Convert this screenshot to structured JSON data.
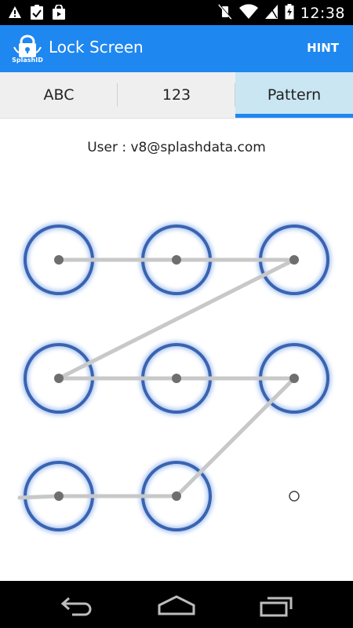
{
  "status_bar": {
    "time": "12:38",
    "left_icons": [
      "warning-icon",
      "checklist-icon",
      "shopping-bag-icon"
    ],
    "right_icons": [
      "vibrate-off-icon",
      "wifi-icon",
      "cell-signal-icon",
      "battery-icon"
    ]
  },
  "app_bar": {
    "logo_text": "SplashID",
    "title": "Lock Screen",
    "hint_label": "HINT"
  },
  "tabs": [
    {
      "label": "ABC",
      "active": false
    },
    {
      "label": "123",
      "active": false
    },
    {
      "label": "Pattern",
      "active": true
    }
  ],
  "user_line": "User : v8@splashdata.com",
  "pattern": {
    "grid": [
      3,
      3
    ],
    "sequence": [
      0,
      1,
      2,
      3,
      4,
      5,
      7,
      6
    ],
    "ring_color": "#3a63b0",
    "line_color": "#c8c8c8",
    "dot_color": "#6e6e6e"
  },
  "colors": {
    "app_bar": "#1e87f0",
    "active_tab_bg": "#c9e6f2",
    "tab_indicator": "#1e87f0"
  },
  "nav_bar": {
    "buttons": [
      "back-icon",
      "home-icon",
      "recents-icon"
    ]
  }
}
